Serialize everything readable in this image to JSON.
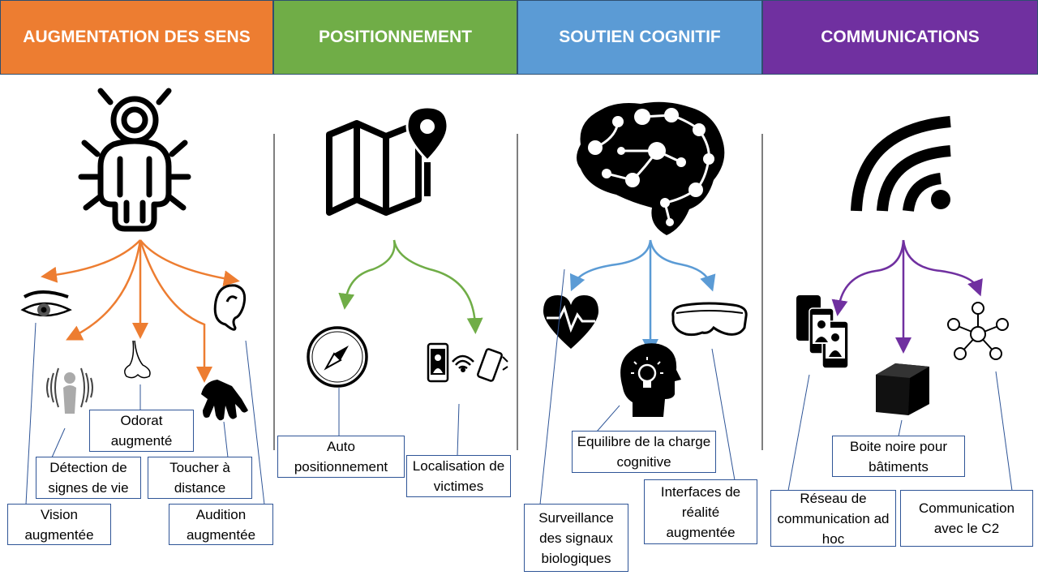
{
  "categories": [
    {
      "title": "AUGMENTATION DES SENS",
      "color": "#ed7d31"
    },
    {
      "title": "POSITIONNEMENT",
      "color": "#70ad47"
    },
    {
      "title": "SOUTIEN COGNITIF",
      "color": "#5b9bd5"
    },
    {
      "title": "COMMUNICATIONS",
      "color": "#7030a0"
    }
  ],
  "labels": {
    "odorat": "Odorat augmenté",
    "detection": "Détection de signes de vie",
    "toucher": "Toucher à distance",
    "vision": "Vision augmentée",
    "audition": "Audition augmentée",
    "auto": "Auto positionnement",
    "localisation": "Localisation de victimes",
    "equilibre": "Equilibre de la charge cognitive",
    "surveillance": "Surveillance des signaux biologiques",
    "interfaces": "Interfaces de réalité augmentée",
    "boite": "Boite noire pour bâtiments",
    "reseau": "Réseau de communication ad hoc",
    "c2": "Communication avec le C2"
  }
}
